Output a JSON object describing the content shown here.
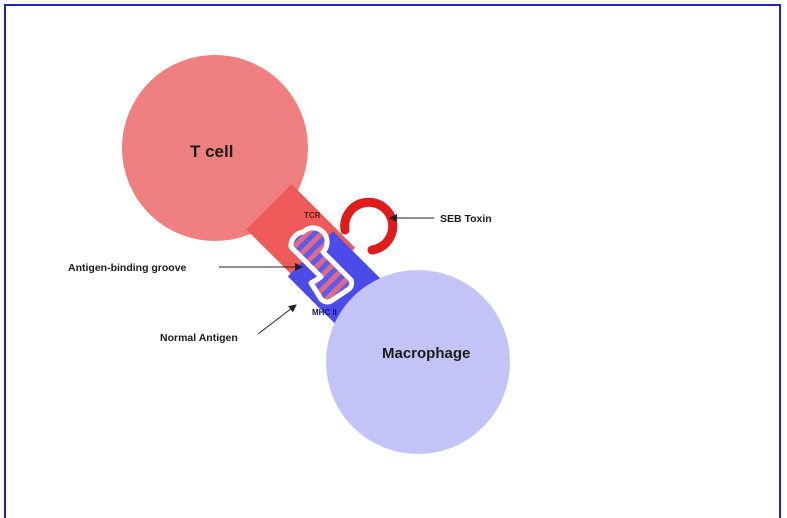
{
  "labels": {
    "t_cell": "T cell",
    "macrophage": "Macrophage",
    "tcr": "TCR",
    "mhc": "MHC II",
    "seb_toxin": "SEB Toxin",
    "antigen_binding_groove": "Antigen-binding groove",
    "normal_antigen": "Normal Antigen"
  },
  "colors": {
    "frame_border": "#1b22c9",
    "t_cell": "#f08080",
    "tcr": "#ee5a5a",
    "macrophage": "#c3c3f7",
    "mhc": "#4b4bea",
    "seb_toxin": "#e01b1b",
    "antigen_stripe_a": "#e06a86",
    "antigen_stripe_b": "#5b5bee"
  }
}
